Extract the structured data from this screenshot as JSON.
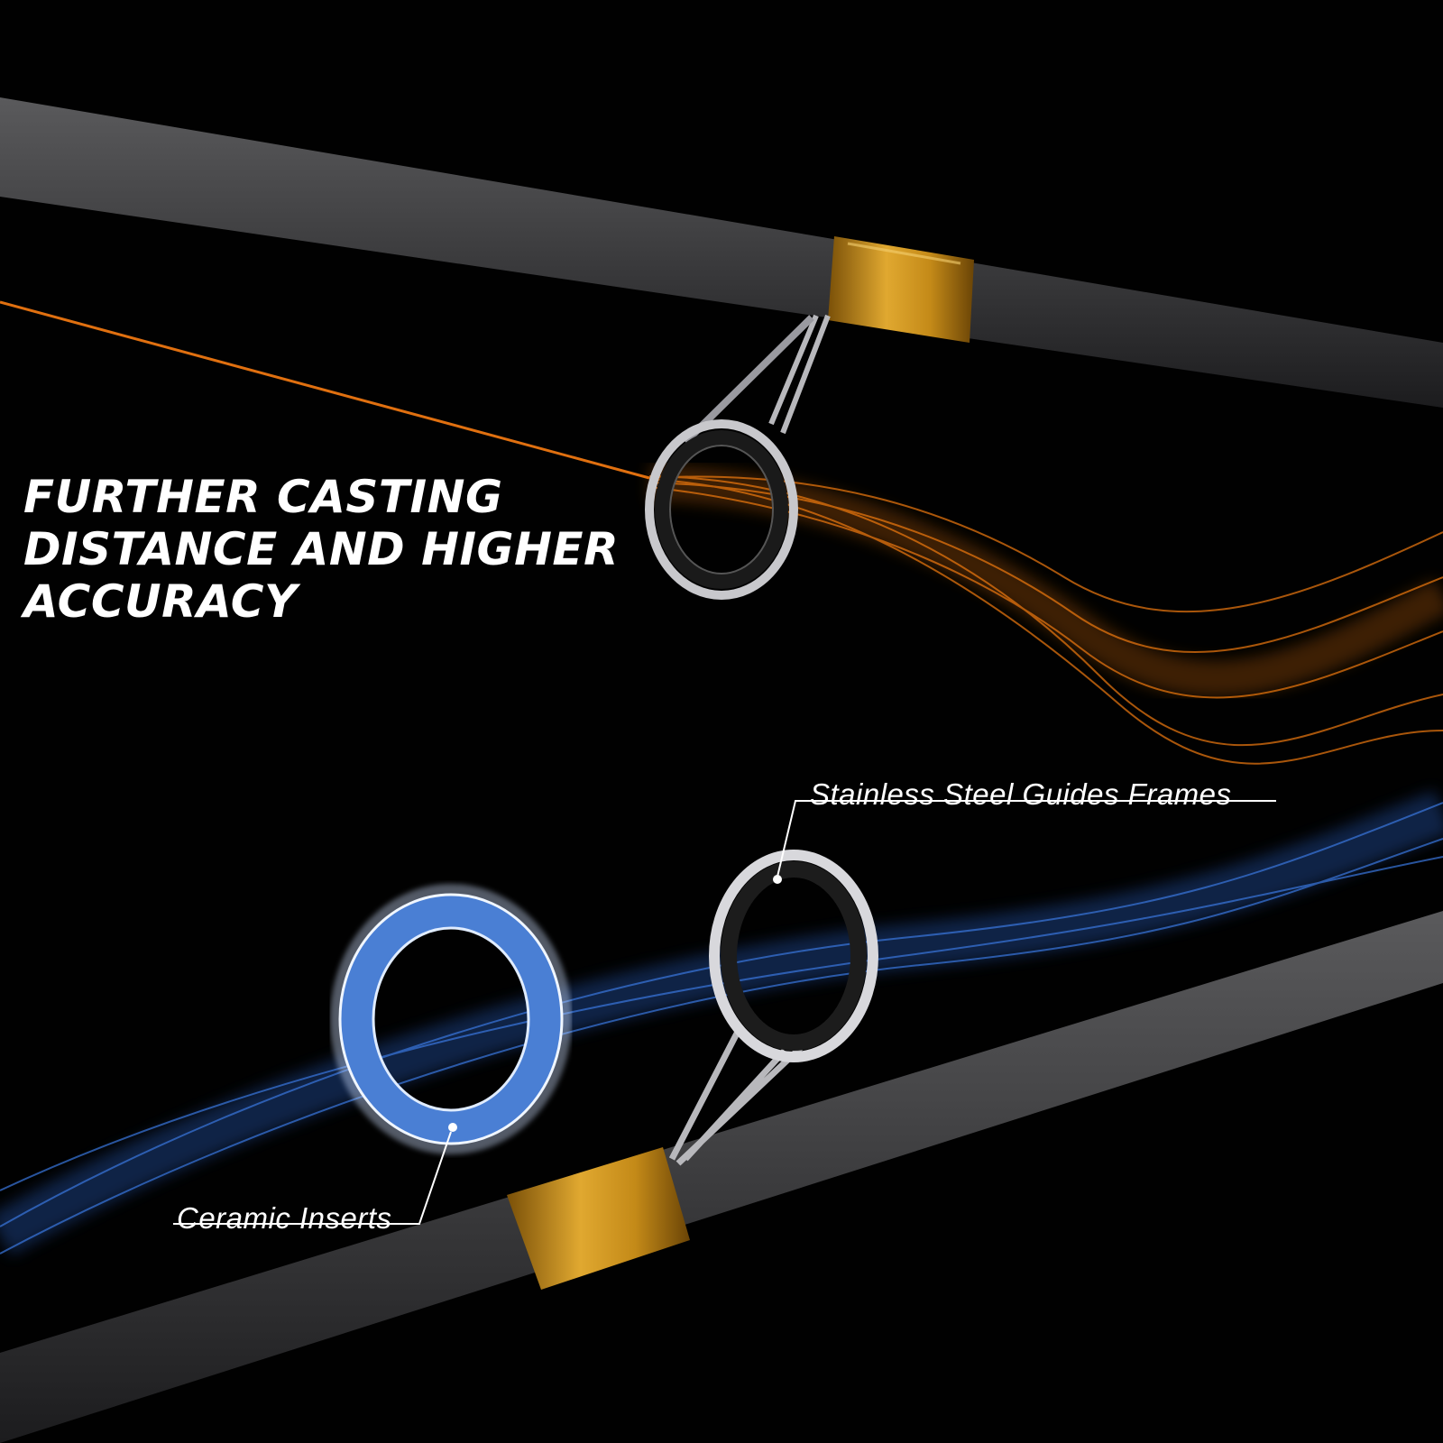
{
  "headline": {
    "lines": [
      "FURTHER CASTING",
      "DISTANCE AND HIGHER",
      "ACCURACY"
    ]
  },
  "callouts": {
    "steel_frames": "Stainless Steel Guides Frames",
    "ceramic_inserts": "Ceramic Inserts"
  },
  "colors": {
    "background": "#010101",
    "rod": "#3a3a3c",
    "wrap_gold": "#c9901a",
    "line_orange": "#f07a10",
    "line_blue": "#2a64c8",
    "text": "#ffffff"
  }
}
